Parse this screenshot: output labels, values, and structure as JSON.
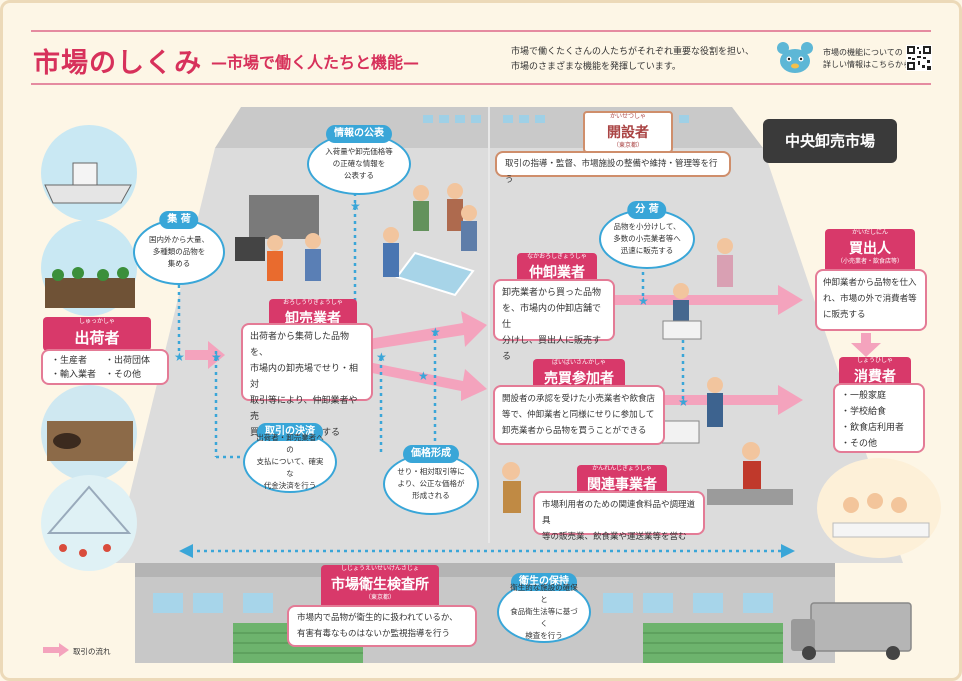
{
  "header": {
    "title": "市場のしくみ",
    "subtitle": "—市場で働く人たちと機能—",
    "intro_line1": "市場で働くたくさんの人たちがそれぞれ重要な役割を担い、",
    "intro_line2": "市場のさまざまな機能を発揮しています。",
    "info_line1": "市場の機能についての",
    "info_line2": "詳しい情報はこちらから"
  },
  "market_label": "中央卸売市場",
  "shipper": {
    "ruby": "しゅっかしゃ",
    "title": "出荷者",
    "items": [
      "・生産者",
      "・出荷団体",
      "・輸入業者",
      "・その他"
    ]
  },
  "wholesaler": {
    "ruby": "おろしうりぎょうしゃ",
    "title": "卸売業者",
    "desc": [
      "出荷者から集荷した品物を、",
      "市場内の卸売場でせり・相対",
      "取引等により、仲卸業者や売",
      "買参加者等に販売する"
    ]
  },
  "opener": {
    "ruby": "かいせつしゃ",
    "title": "開設者",
    "sub": "（東京都）",
    "desc": "取引の指導・監督、市場施設の整備や維持・管理等を行う"
  },
  "intermediate": {
    "ruby": "なかおろしぎょうしゃ",
    "title": "仲卸業者",
    "desc": [
      "卸売業者から買った品物",
      "を、市場内の仲卸店舗で仕",
      "分けし、買出人に販売する"
    ]
  },
  "participant": {
    "ruby": "ばいばいさんかしゃ",
    "title": "売買参加者",
    "desc": [
      "開設者の承認を受けた小売業者や飲食店",
      "等で、仲卸業者と同様にせりに参加して",
      "卸売業者から品物を買うことができる"
    ]
  },
  "related": {
    "ruby": "かんれんじぎょうしゃ",
    "title": "関連事業者",
    "desc": [
      "市場利用者のための関連食料品や調理道具",
      "等の販売業、飲食業や運送業等を営む"
    ]
  },
  "buyer": {
    "ruby": "かいだしにん",
    "title": "買出人",
    "sub": "（小売業者・飲食店等）",
    "desc": [
      "仲卸業者から品物を仕入",
      "れ、市場の外で消費者等",
      "に販売する"
    ]
  },
  "consumer": {
    "ruby": "しょうひしゃ",
    "title": "消費者",
    "items": [
      "・一般家庭",
      "・学校給食",
      "・飲食店利用者",
      "・その他"
    ]
  },
  "inspection": {
    "ruby": "しじょうえいせいけんさじょ",
    "title": "市場衛生検査所",
    "sub": "（東京都）",
    "desc": [
      "市場内で品物が衛生的に扱われているか、",
      "有害有毒なものはないか監視指導を行う"
    ]
  },
  "functions": {
    "collection": {
      "title": "集 荷",
      "lines": [
        "国内外から大量、",
        "多種類の品物を",
        "集める"
      ]
    },
    "info": {
      "title": "情報の公表",
      "lines": [
        "入荷量や卸売価格等",
        "の正確な情報を",
        "公表する"
      ]
    },
    "distribution": {
      "title": "分 荷",
      "lines": [
        "品物を小分けして、",
        "多数の小売業者等へ",
        "迅速に販売する"
      ]
    },
    "settlement": {
      "title": "取引の決済",
      "lines": [
        "出荷者・卸売業者への",
        "支払について、確実な",
        "代金決済を行う"
      ]
    },
    "pricing": {
      "title": "価格形成",
      "lines": [
        "せり・相対取引等に",
        "より、公正な価格が",
        "形成される"
      ]
    },
    "hygiene": {
      "title": "衛生の保持",
      "lines": [
        "衛生的な施設の確保と",
        "食品衛生法等に基づく",
        "検査を行う"
      ]
    }
  },
  "legend": "取引の流れ",
  "colors": {
    "pink": "#d8396a",
    "pink_light": "#f4a3bd",
    "blue": "#39a6d8",
    "floor": "#d9d9d9"
  }
}
